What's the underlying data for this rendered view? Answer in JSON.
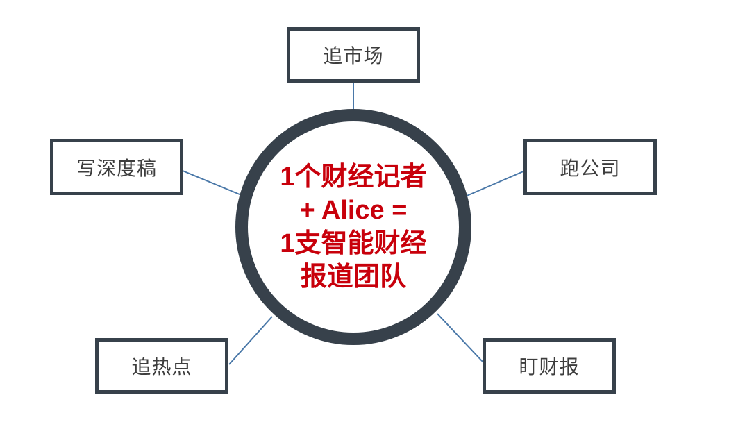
{
  "colors": {
    "border": "#37414b",
    "connector": "#4a78a8",
    "center_text": "#c8000b",
    "node_text": "#3d3d3d",
    "background": "#ffffff"
  },
  "center": {
    "lines": [
      "1个财经记者",
      "+ Alice =",
      "1支智能财经",
      "报道团队"
    ]
  },
  "nodes": {
    "top": "追市场",
    "left": "写深度稿",
    "right": "跑公司",
    "bottom_left": "追热点",
    "bottom_right": "盯财报"
  }
}
